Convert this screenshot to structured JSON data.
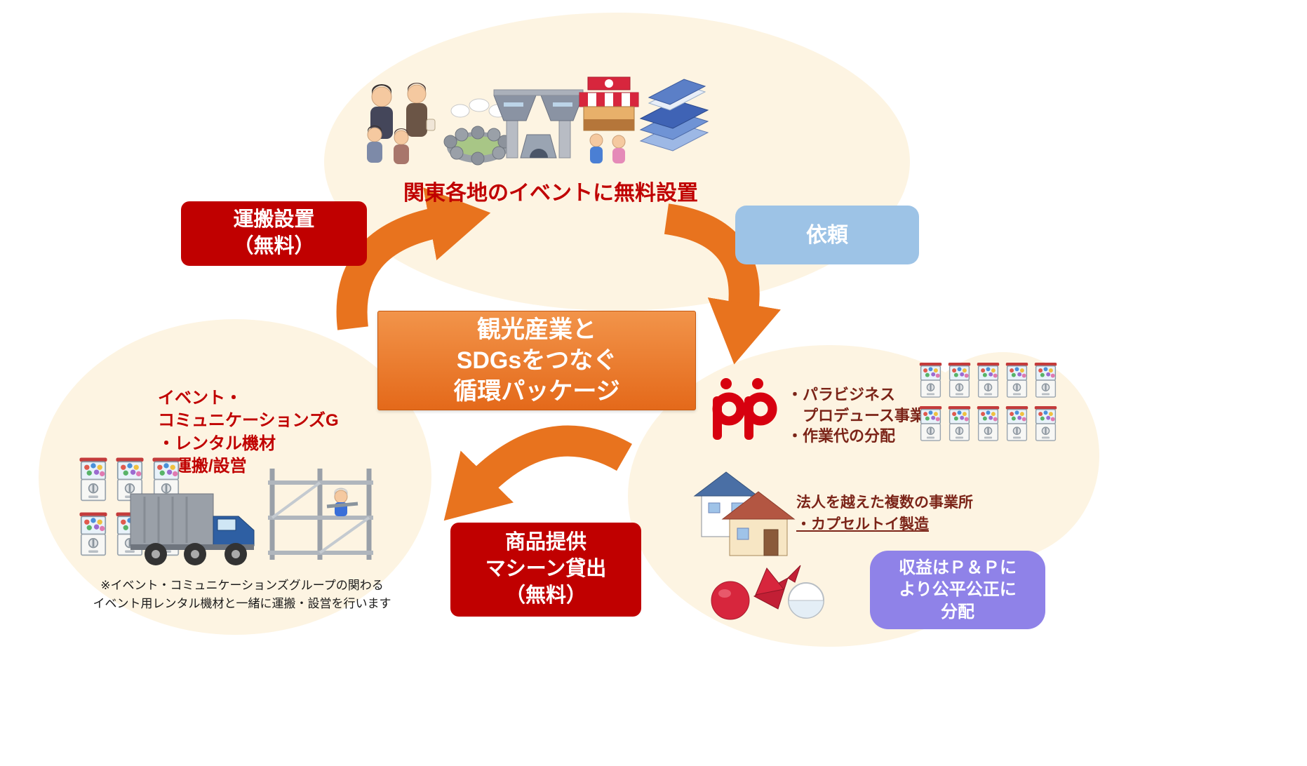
{
  "top_cluster": {
    "heading": "関東各地のイベントに無料設置"
  },
  "boxes": {
    "transport": {
      "label": "運搬設置\n（無料）"
    },
    "request": {
      "label": "依頼"
    },
    "center": {
      "label": "観光産業と\nSDGsをつなぐ\n循環パッケージ"
    },
    "supply": {
      "label": "商品提供\nマシーン貸出\n（無料）"
    },
    "profit": {
      "label": "収益はＰ＆Ｐに\nより公平公正に\n分配"
    }
  },
  "left_cluster": {
    "title": "イベント・\nコミュニケーションズG\n・レンタル機材\n・運搬/設営",
    "note": "※イベント・コミュニケーションズグループの関わる\nイベント用レンタル機材と一緒に運搬・設営を行います"
  },
  "right_cluster": {
    "items": "・パラビジネス\n　プロデュース事業\n・作業代の分配",
    "subtitle": "法人を越えた複数の事業所",
    "subtitle_link": "・カプセルトイ製造"
  },
  "colors": {
    "accent_red": "#c00000",
    "arrow_orange": "#e8731e",
    "request_blue": "#9dc3e6",
    "profit_purple": "#8f82e8",
    "cluster_cream": "#fdf4e2"
  }
}
